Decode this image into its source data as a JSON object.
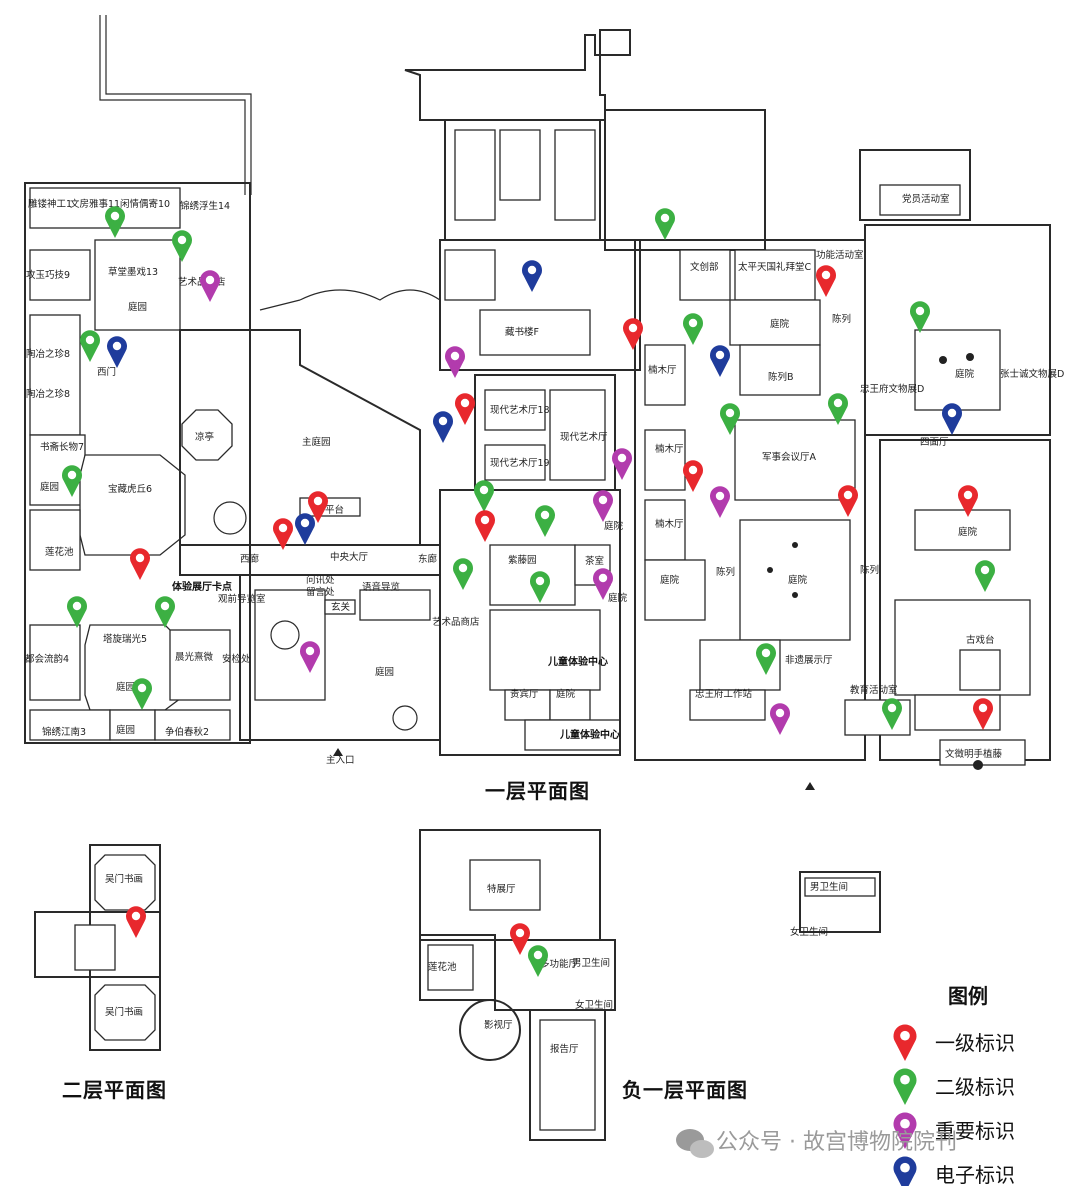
{
  "floor_titles": {
    "first": "一层平面图",
    "second": "二层平面图",
    "basement": "负一层平面图"
  },
  "legend": {
    "title": "图例",
    "items": [
      {
        "label": "一级标识",
        "color": "#e8282d",
        "icon": "map-pin-icon"
      },
      {
        "label": "二级标识",
        "color": "#3cb043",
        "icon": "map-pin-icon"
      },
      {
        "label": "重要标识",
        "color": "#b23bad",
        "icon": "map-pin-icon"
      },
      {
        "label": "电子标识",
        "color": "#1f3c9c",
        "icon": "map-pin-icon"
      }
    ]
  },
  "watermark": "公众号 · 故宫博物院院刊",
  "rooms_first": {
    "r1": "雕镂神工1",
    "r2": "文房雅事11",
    "r3": "闲情偶寄10",
    "r4": "锦绣浮生14",
    "r5": "草堂墨戏13",
    "r6": "庭园",
    "r7": "艺术品商店",
    "r8": "攻玉巧技9",
    "r9": "陶冶之珍8",
    "r10": "陶冶之珍8",
    "r11": "西门",
    "r12": "凉亭",
    "r13": "主庭园",
    "r14": "书斋长物7",
    "r15": "庭园",
    "r16": "宝藏虎丘6",
    "r17": "莲花池",
    "r18": "体验展厅卡点",
    "r19": "观前导览室",
    "r20": "安检处",
    "r21": "塔旋瑞光5",
    "r22": "晨光熹微",
    "r23": "都会流韵4",
    "r24": "庭园",
    "r25": "锦绣江南3",
    "r26": "庭园",
    "r27": "争伯春秋2",
    "r28": "西廊",
    "r29": "中央大厅",
    "r30": "东廊",
    "r31": "问讯处",
    "r32": "留言处",
    "r33": "语音导览",
    "r34": "玄关",
    "r35": "庭园",
    "r36": "主入口",
    "r37": "现代艺术厅18",
    "r38": "现代艺术厅",
    "r39": "现代艺术厅19",
    "r40": "紫藤园",
    "r41": "茶室",
    "r42": "艺术品商店",
    "r43": "儿童体验中心",
    "r44": "贵宾厅",
    "r45": "庭院",
    "r46": "儿童体验中心",
    "r47": "藏书楼F",
    "r48": "文创部",
    "r49": "太平天国礼拜堂C",
    "r50": "功能活动室",
    "r51": "党员活动室",
    "r52": "庭院",
    "r53": "陈列",
    "r54": "楠木厅",
    "r55": "陈列B",
    "r56": "庭院",
    "r57": "忠王府文物展D",
    "r58": "楠木厅",
    "r59": "军事会议厅A",
    "r60": "四面厅",
    "r61": "楠木厅",
    "r62": "庭院",
    "r63": "庭院",
    "r64": "庭院",
    "r65": "庭院",
    "r66": "陈列",
    "r67": "陈列",
    "r68": "古戏台",
    "r69": "非遗展示厅",
    "r70": "忠王府工作站",
    "r71": "教育活动室",
    "r72": "文徵明手植藤",
    "r73": "平台",
    "r74": "庭院",
    "r75": "庭院",
    "r76": "张士诚文物展D"
  },
  "rooms_second": {
    "a": "吴门书画",
    "b": "吴门书画"
  },
  "rooms_basement": {
    "a": "特展厅",
    "b": "莲花池",
    "c": "多功能厅",
    "d": "男卫生间",
    "e": "女卫生间",
    "f": "影视厅",
    "g": "报告厅"
  },
  "rooms_small": {
    "a": "男卫生间",
    "b": "女卫生间"
  }
}
